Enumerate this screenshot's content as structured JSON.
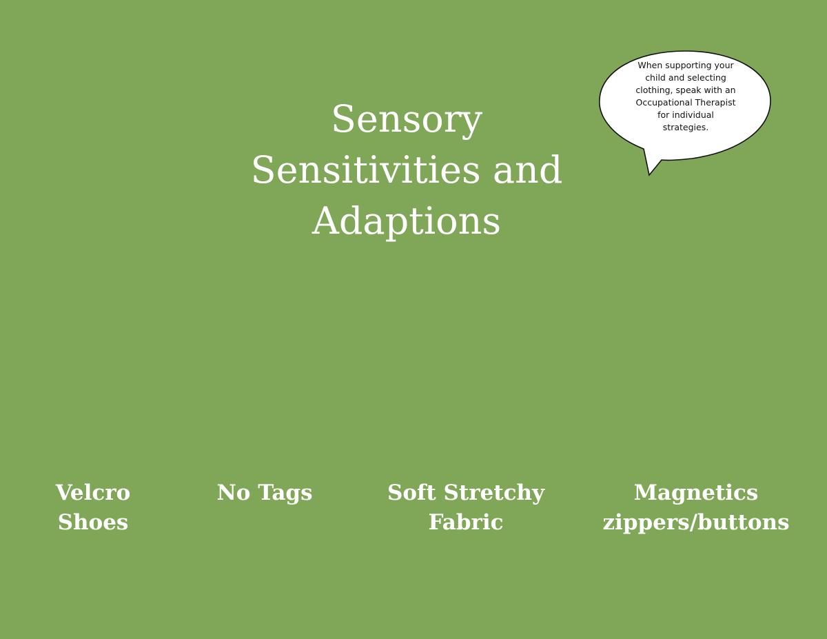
{
  "colors": {
    "background": "#80a758",
    "title_text": "#ffffff",
    "bubble_fill": "#ffffff",
    "bubble_outline": "#111111",
    "bubble_text": "#111111"
  },
  "title": {
    "lines": [
      "Sensory",
      "Sensitivities and",
      "Adaptions"
    ]
  },
  "speech_bubble": {
    "icon": "speech-bubble-icon",
    "lines": [
      "When supporting your",
      "child and selecting",
      "clothing, speak with an",
      "Occupational Therapist",
      "for individual",
      "strategies."
    ]
  },
  "features": [
    {
      "lines": [
        "Velcro",
        "Shoes"
      ]
    },
    {
      "lines": [
        "No Tags"
      ]
    },
    {
      "lines": [
        "Soft Stretchy",
        "Fabric"
      ]
    },
    {
      "lines": [
        "Magnetics",
        "zippers/buttons"
      ]
    }
  ]
}
